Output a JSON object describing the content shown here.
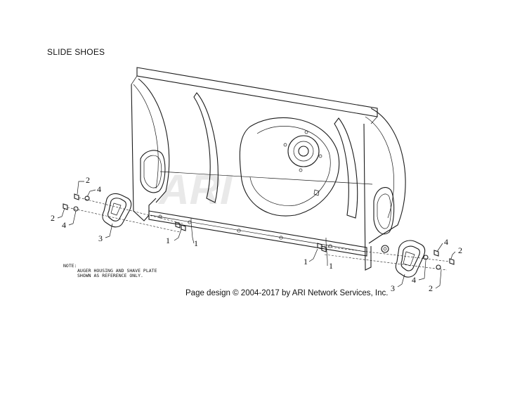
{
  "title": "SLIDE SHOES",
  "callouts": {
    "c1a": "1",
    "c1b": "1",
    "c1c": "1",
    "c1d": "1",
    "c2a": "2",
    "c2b": "2",
    "c2c": "2",
    "c2d": "2",
    "c3a": "3",
    "c3b": "3",
    "c4a": "4",
    "c4b": "4",
    "c4c": "4",
    "c4d": "4"
  },
  "note": {
    "line1": "NOTE:",
    "line2": "AUGER HOUSING AND SHAVE PLATE",
    "line3": "SHOWN AS REFERENCE ONLY."
  },
  "watermark": "ARI",
  "credit": "Page design © 2004-2017 by ARI Network Services, Inc."
}
